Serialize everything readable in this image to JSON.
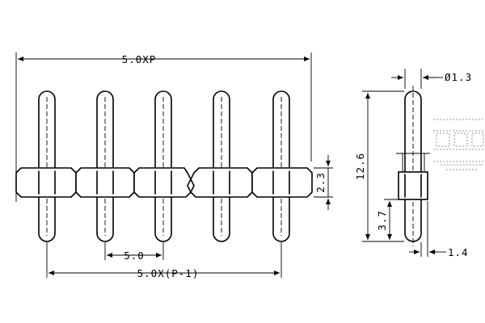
{
  "dimensions": {
    "overall_width": "5.0XP",
    "pin_span": "5.0X(P-1)",
    "pitch": "5.0",
    "housing_height": "2.3",
    "pin_length": "12.6",
    "lower_length": "3.7",
    "pin_diameter": "Ø1.3",
    "housing_thickness": "1.4"
  }
}
